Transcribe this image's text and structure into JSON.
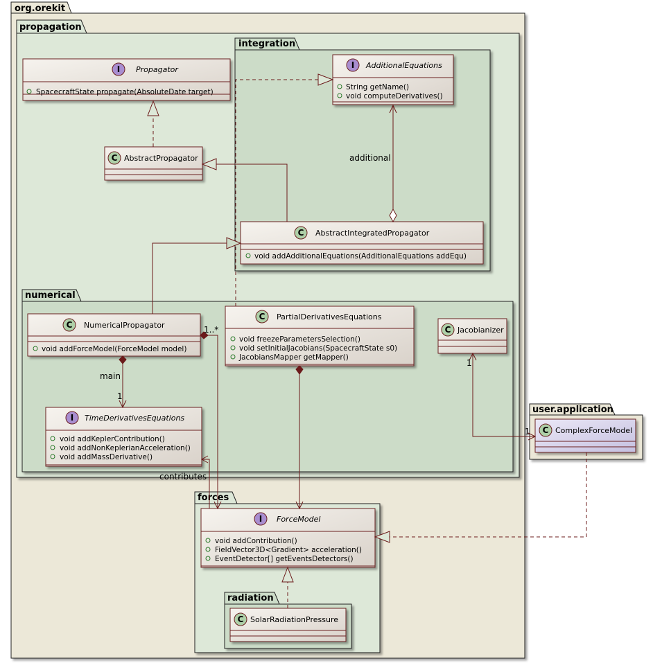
{
  "packages": {
    "orekit": "org.orekit",
    "propagation": "propagation",
    "integration": "integration",
    "numerical": "numerical",
    "forces": "forces",
    "radiation": "radiation",
    "user_application": "user.application"
  },
  "classes": {
    "propagator": {
      "stereotype": "I",
      "name": "Propagator",
      "members": [
        "SpacecraftState propagate(AbsoluteDate target)"
      ]
    },
    "abstract_propagator": {
      "stereotype": "C",
      "name": "AbstractPropagator"
    },
    "additional_equations": {
      "stereotype": "I",
      "name": "AdditionalEquations",
      "members": [
        "String getName()",
        "void computeDerivatives()"
      ]
    },
    "abstract_integrated_propagator": {
      "stereotype": "C",
      "name": "AbstractIntegratedPropagator",
      "members": [
        "void addAdditionalEquations(AdditionalEquations addEqu)"
      ]
    },
    "numerical_propagator": {
      "stereotype": "C",
      "name": "NumericalPropagator",
      "members": [
        "void addForceModel(ForceModel model)"
      ]
    },
    "partial_derivatives_equations": {
      "stereotype": "C",
      "name": "PartialDerivativesEquations",
      "members": [
        "void freezeParametersSelection()",
        "void setInitialJacobians(SpacecraftState s0)",
        "JacobiansMapper getMapper()"
      ]
    },
    "jacobianizer": {
      "stereotype": "C",
      "name": "Jacobianizer"
    },
    "time_derivatives_equations": {
      "stereotype": "I",
      "name": "TimeDerivativesEquations",
      "members": [
        "void addKeplerContribution()",
        "void addNonKeplerianAcceleration()",
        "void addMassDerivative()"
      ]
    },
    "force_model": {
      "stereotype": "I",
      "name": "ForceModel",
      "members": [
        "void addContribution()",
        "FieldVector3D<Gradient> acceleration()",
        "EventDetector[] getEventsDetectors()"
      ]
    },
    "solar_radiation_pressure": {
      "stereotype": "C",
      "name": "SolarRadiationPressure"
    },
    "complex_force_model": {
      "stereotype": "C",
      "name": "ComplexForceModel"
    }
  },
  "labels": {
    "additional": "additional",
    "main": "main",
    "main_mult": "1",
    "forces_mult": "1..*",
    "contributes": "contributes",
    "jacobianizer_mult": "1",
    "complex_mult": "1"
  },
  "colors": {
    "outer_bg": "#ece8d8",
    "pkg_bg": "#dde8d8",
    "inner_pkg_bg": "#ccdcc8",
    "class_fill": "#efeae4",
    "class_border": "#6b2020",
    "user_class_fill": "#d8d4ec",
    "arrow": "#6b1a1a",
    "interface_circle": "#a98ed0",
    "class_circle": "#aed0a8"
  }
}
